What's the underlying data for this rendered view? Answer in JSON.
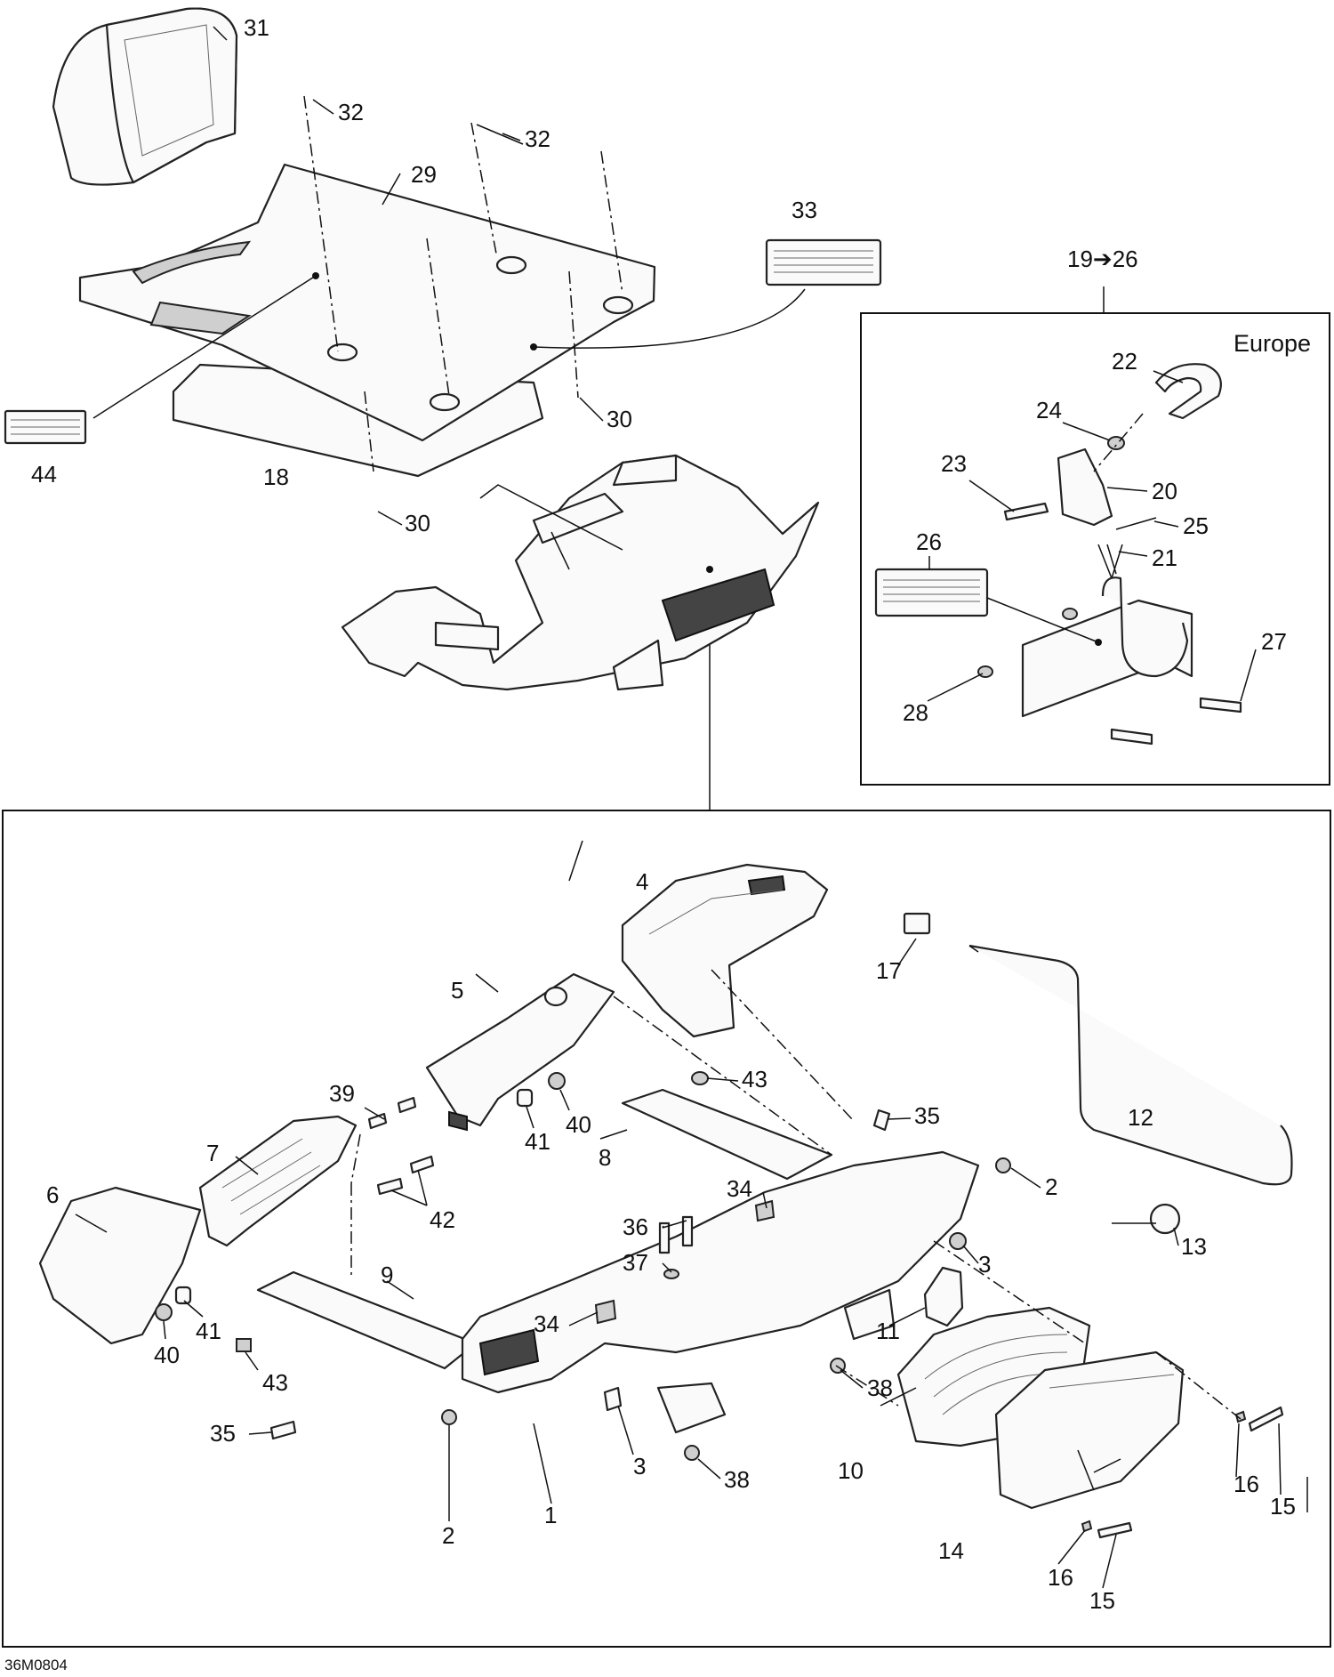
{
  "diagram": {
    "region_label": "Europe",
    "kit_label": "19➔26",
    "figure_code": "36M0804",
    "callouts": {
      "c1": "1",
      "c2a": "2",
      "c2b": "2",
      "c3a": "3",
      "c3b": "3",
      "c4": "4",
      "c5": "5",
      "c6": "6",
      "c7": "7",
      "c8": "8",
      "c9": "9",
      "c10": "10",
      "c11": "11",
      "c12": "12",
      "c13": "13",
      "c14": "14",
      "c15a": "15",
      "c15b": "15",
      "c16a": "16",
      "c16b": "16",
      "c17": "17",
      "c18": "18",
      "c20": "20",
      "c21": "21",
      "c22": "22",
      "c23": "23",
      "c24": "24",
      "c25": "25",
      "c26": "26",
      "c27": "27",
      "c28": "28",
      "c29": "29",
      "c30a": "30",
      "c30b": "30",
      "c31": "31",
      "c32a": "32",
      "c32b": "32",
      "c33": "33",
      "c34a": "34",
      "c34b": "34",
      "c35a": "35",
      "c35b": "35",
      "c36": "36",
      "c37": "37",
      "c38a": "38",
      "c38b": "38",
      "c39": "39",
      "c40a": "40",
      "c40b": "40",
      "c41a": "41",
      "c41b": "41",
      "c42": "42",
      "c43a": "43",
      "c43b": "43",
      "c44": "44"
    }
  }
}
